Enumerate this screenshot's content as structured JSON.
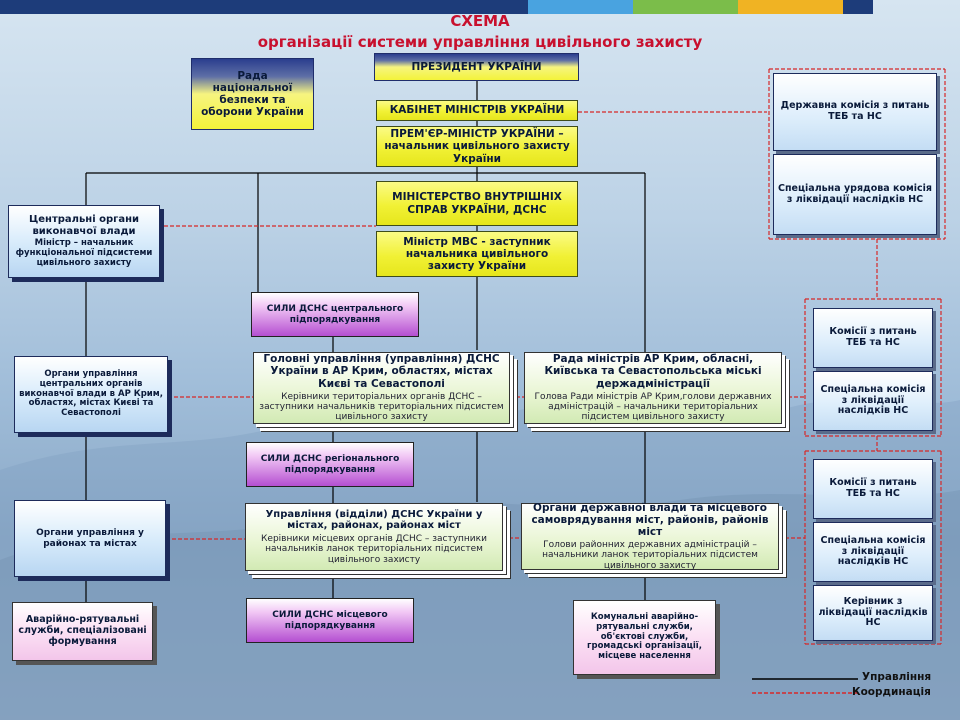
{
  "colors": {
    "title": "#c8102e",
    "topbar": [
      "#1d3c7a",
      "#1d3c7a",
      "#1d3c7a",
      "#1d3c7a",
      "#1d3c7a",
      "#1d3c7a",
      "#49a3e0",
      "#7bbd4a",
      "#f0b323",
      "#1d3c7a"
    ],
    "management_line": "#000000",
    "coordination_line": "#d62828"
  },
  "title": {
    "line1": "СХЕМА",
    "line2": "організації системи управління цивільного захисту"
  },
  "center_column": {
    "president": "ПРЕЗИДЕНТ УКРАЇНИ",
    "cabinet": "КАБІНЕТ МІНІСТРІВ УКРАЇНИ",
    "prime_minister": "ПРЕМ'ЄР-МІНІСТР УКРАЇНИ – начальник цивільного захисту України",
    "ministry": "МІНІСТЕРСТВО ВНУТРІШНІХ СПРАВ УКРАЇНИ, ДСНС",
    "minister": "Міністр МВС - заступник начальника цивільного захисту України"
  },
  "security_council": "Рада національної безпеки та оборони України",
  "forces": {
    "central": "СИЛИ ДСНС центрального підпорядкування",
    "regional": "СИЛИ ДСНС регіонального підпорядкування",
    "local": "СИЛИ ДСНС місцевого підпорядкування"
  },
  "left_column": {
    "central_bodies": {
      "line1": "Центральні органи виконавчої влади",
      "line2": "Міністр – начальник функціональної підсистеми цивільного захисту"
    },
    "regional_bodies": "Органи управління центральних органів виконавчої влади в АР Крим, областях, містах Києві та Севастополі",
    "district_bodies": "Органи управління у районах та містах",
    "rescue_services": "Аварійно-рятувальні служби, спеціалізовані формування"
  },
  "regional_departments": {
    "title": "Головні управління (управління) ДСНС України в АР Крим, областях, містах Києві та Севастополі",
    "subtitle": "Керівники територіальних органів ДСНС – заступники начальників територіальних підсистем цивільного захисту"
  },
  "regional_councils": {
    "title": "Рада міністрів АР Крим, обласні, Київська та Севастопольська міські держадміністрації",
    "subtitle": "Голова Ради міністрів АР Крим,голови державних адміністрацій – начальники територіальних підсистем цивільного захисту"
  },
  "local_departments": {
    "title": "Управління (відділи) ДСНС України у містах, районах, районах міст",
    "subtitle": "Керівники місцевих органів ДСНС – заступники начальників ланок територіальних підсистем цивільного захисту"
  },
  "local_authorities": {
    "title": "Органи державної влади та місцевого самоврядування міст, районів, районів міст",
    "subtitle": "Голови районних державних адміністрацій – начальники ланок територіальних підсистем цивільного захисту"
  },
  "municipal_services": "Комунальні аварійно-рятувальні служби, об'єктові служби, громадські організації, місцеве населення",
  "right_column": {
    "group1": [
      "Державна комісія з питань ТЕБ та НС",
      "Спеціальна урядова комісія з ліквідації наслідків НС"
    ],
    "group2": [
      "Комісії з питань ТЕБ та НС",
      "Спеціальна комісія з ліквідації наслідків НС"
    ],
    "group3": [
      "Комісії з питань ТЕБ та НС",
      "Спеціальна комісія з ліквідації наслідків НС",
      "Керівник з ліквідації наслідків НС"
    ]
  },
  "legend": {
    "management": "Управління",
    "coordination": "Координація"
  }
}
